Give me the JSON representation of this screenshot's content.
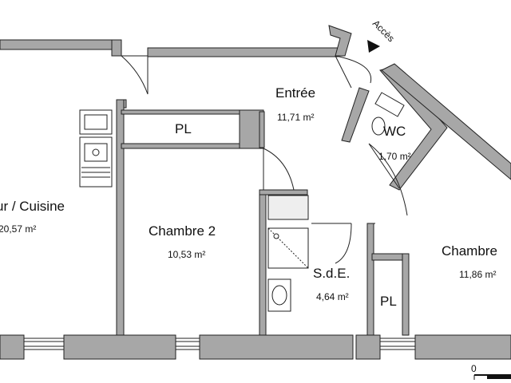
{
  "plan": {
    "access_label": "Accès",
    "rooms": {
      "sejour": {
        "name": "ur / Cuisine",
        "area": "20,57 m²"
      },
      "chambre2": {
        "name": "Chambre 2",
        "area": "10,53 m²"
      },
      "entree": {
        "name": "Entrée",
        "area": "11,71 m²"
      },
      "wc": {
        "name": "WC",
        "area": "1,70 m²"
      },
      "sde": {
        "name": "S.d.E.",
        "area": "4,64 m²"
      },
      "chambre1": {
        "name": "Chambre",
        "area": "11,86 m²"
      }
    },
    "placards": {
      "pl_top": "PL",
      "pl_bottom": "PL"
    },
    "scale_zero": "0"
  }
}
